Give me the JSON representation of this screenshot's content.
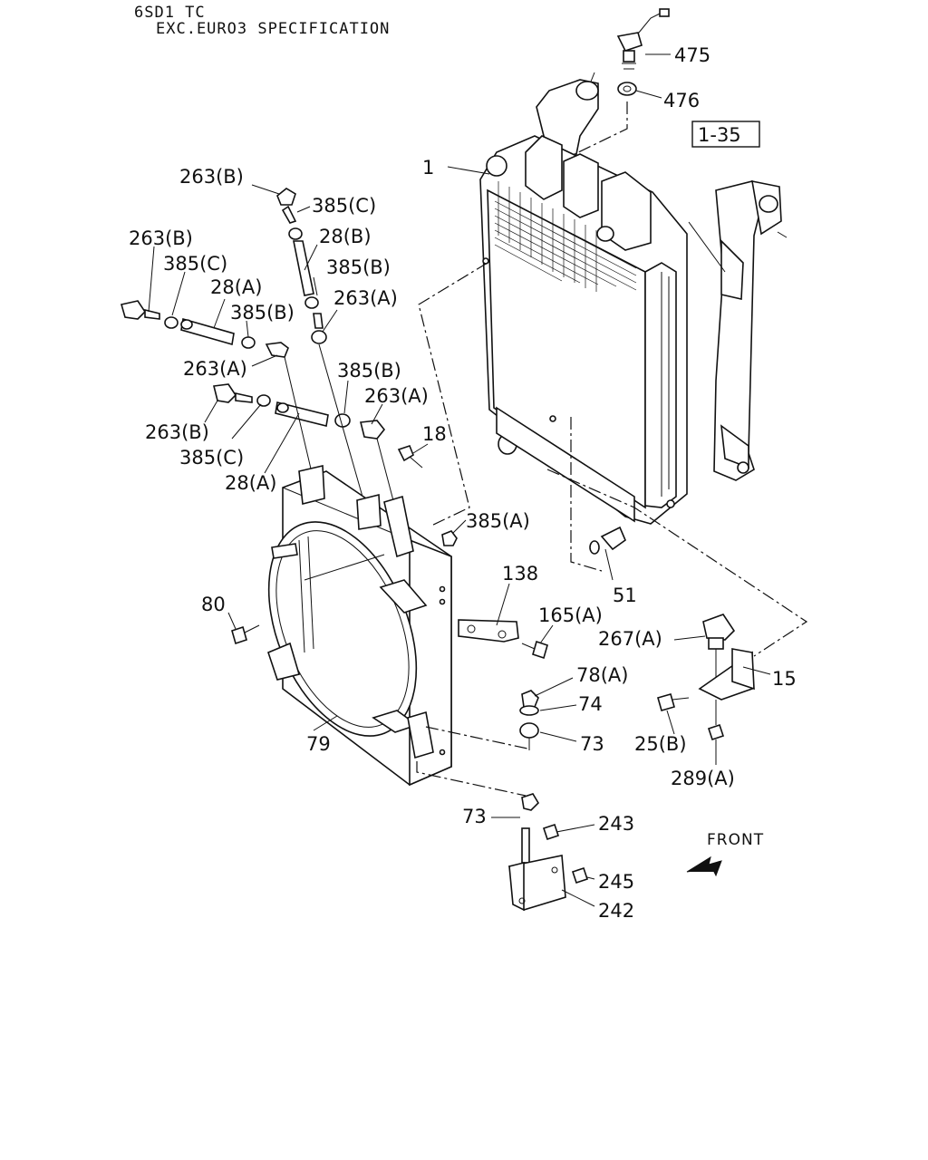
{
  "header": {
    "line1": "6SD1 TC",
    "line2": "EXC.EURO3 SPECIFICATION"
  },
  "labels": {
    "p475": "475",
    "p476": "476",
    "ref135": "1-35",
    "p1": "1",
    "p263B_a": "263(B)",
    "p385C_a": "385(C)",
    "p28B": "28(B)",
    "p263B_b": "263(B)",
    "p385C_b": "385(C)",
    "p385B_a": "385(B)",
    "p28A_a": "28(A)",
    "p263A_a": "263(A)",
    "p385B_b": "385(B)",
    "p263A_b": "263(A)",
    "p385B_c": "385(B)",
    "p263A_c": "263(A)",
    "p263B_c": "263(B)",
    "p385C_c": "385(C)",
    "p28A_b": "28(A)",
    "p18": "18",
    "p385A": "385(A)",
    "p138": "138",
    "p80": "80",
    "p165A": "165(A)",
    "p267A": "267(A)",
    "p51": "51",
    "p15": "15",
    "p78A": "78(A)",
    "p74": "74",
    "p73a": "73",
    "p79": "79",
    "p25B": "25(B)",
    "p289A": "289(A)",
    "p73b": "73",
    "p243": "243",
    "p245": "245",
    "p242": "242",
    "front": "FRONT"
  }
}
